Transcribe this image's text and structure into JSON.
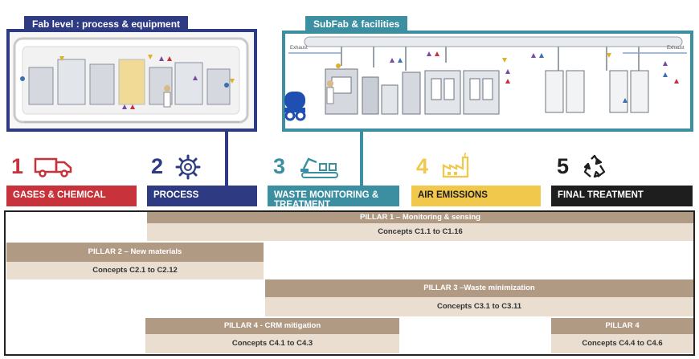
{
  "panels": {
    "fab_title": "Fab level : process & equipment",
    "subfab_title": "SubFab & facilities",
    "exhaust_left": "Exhaust",
    "exhaust_right": "Exhaust"
  },
  "stages": [
    {
      "num": "1",
      "label": "GASES & CHEMICAL",
      "color": "#c8323a",
      "icon": "truck-icon"
    },
    {
      "num": "2",
      "label": "PROCESS",
      "color": "#2e3a82",
      "icon": "gear-icon"
    },
    {
      "num": "3",
      "label": "WASTE MONITORING & TREATMENT",
      "color": "#3b8fa0",
      "icon": "conveyor-robot-icon"
    },
    {
      "num": "4",
      "label": "AIR EMISSIONS",
      "color": "#f1c84b",
      "icon": "factory-icon"
    },
    {
      "num": "5",
      "label": "FINAL TREATMENT",
      "color": "#1e1e1e",
      "icon": "recycle-icon"
    }
  ],
  "pillars": {
    "p1": {
      "title": "PILLAR 1 – Monitoring  & sensing",
      "concepts": "Concepts C1.1 to C1.16"
    },
    "p2": {
      "title": "PILLAR 2 – New materials",
      "concepts": "Concepts C2.1 to C2.12"
    },
    "p3": {
      "title": "PILLAR 3 –Waste minimization",
      "concepts": "Concepts C3.1 to C3.11"
    },
    "p4a": {
      "title": "PILLAR 4 - CRM mitigation",
      "concepts": "Concepts C4.1 to C4.3"
    },
    "p4b": {
      "title": "PILLAR 4",
      "concepts": "Concepts C4.4 to C4.6"
    }
  }
}
